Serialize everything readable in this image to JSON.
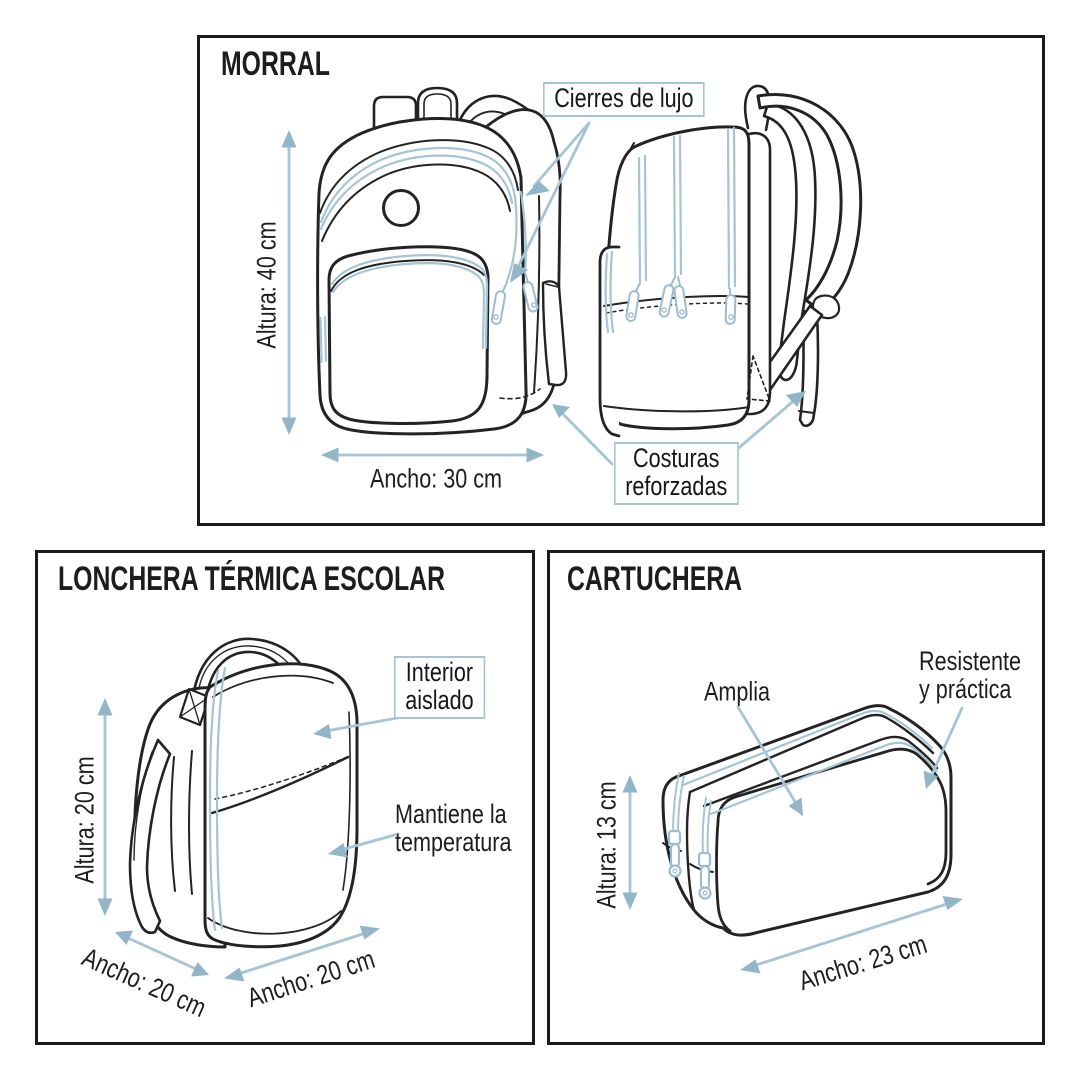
{
  "accent": "#a5c4d4",
  "accent_dark": "#92b5c7",
  "ink": "#262626",
  "panels": {
    "morral": {
      "title": "MORRAL",
      "height_label": "Altura: 40 cm",
      "width_label": "Ancho: 30 cm",
      "callout_zippers": "Cierres de lujo",
      "callout_seams": "Costuras\nreforzadas"
    },
    "lonchera": {
      "title": "LONCHERA TÉRMICA ESCOLAR",
      "height_label": "Altura: 20 cm",
      "depth_label": "Ancho: 20 cm",
      "width_label": "Ancho: 20 cm",
      "callout_insulated": "Interior\naislado",
      "note_temperature": "Mantiene la\ntemperatura"
    },
    "cartuchera": {
      "title": "CARTUCHERA",
      "height_label": "Altura: 13 cm",
      "width_label": "Ancho: 23 cm",
      "note_roomy": "Amplia",
      "note_durable": "Resistente\ny práctica"
    }
  }
}
